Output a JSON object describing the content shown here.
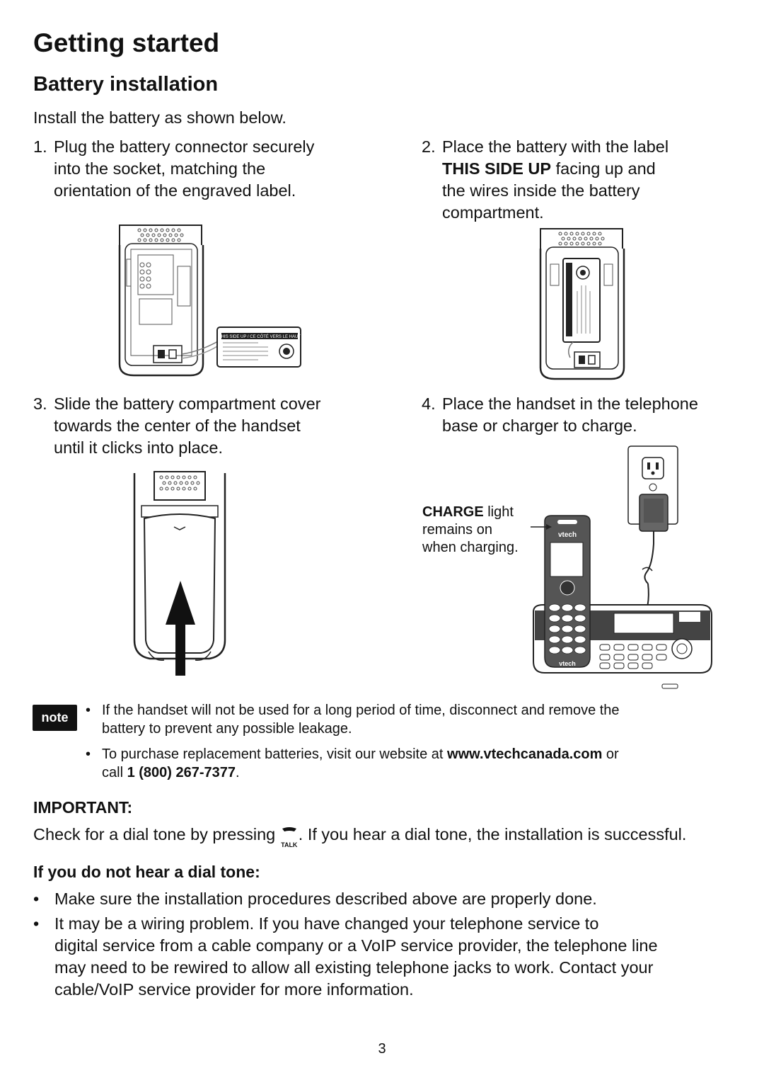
{
  "page": {
    "title": "Getting started",
    "subtitle": "Battery installation",
    "intro": "Install the battery as shown below.",
    "page_number": "3"
  },
  "steps": [
    {
      "num": "1.",
      "lines": [
        "Plug the battery connector securely",
        "into the socket, matching the",
        "orientation of the engraved label."
      ]
    },
    {
      "num": "2.",
      "line1": "Place the battery with the label",
      "bold": "THIS SIDE UP",
      "line2_rest": " facing up and",
      "line3": "the wires inside the battery",
      "line4": "compartment."
    },
    {
      "num": "3.",
      "lines": [
        "Slide the battery compartment cover",
        "towards the center of the handset",
        "until it clicks into place."
      ]
    },
    {
      "num": "4.",
      "lines": [
        "Place the handset in the telephone",
        "base or charger to charge."
      ]
    }
  ],
  "figures": {
    "battery_label_line1": "THIS SIDE UP / CE CÔTÉ VERS LE HAUT",
    "charge_bold": "CHARGE",
    "charge_rest": " light",
    "charge_line2": "remains on",
    "charge_line3": "when charging.",
    "brand": "vtech"
  },
  "note": {
    "badge": "note",
    "bullet1_line1": "If the handset will not be used for a long period of time, disconnect and remove the",
    "bullet1_line2": "battery to prevent any possible leakage.",
    "bullet2_pre": "To purchase replacement batteries, visit our website at ",
    "bullet2_url": "www.vtechcanada.com",
    "bullet2_post": " or",
    "bullet2_line2_pre": "call ",
    "bullet2_phone": "1 (800) 267-7377",
    "bullet2_line2_post": "."
  },
  "important": {
    "heading": "IMPORTANT:",
    "text_pre": "Check for a dial tone by pressing",
    "talk_key": "TALK",
    "text_post": ". If you hear a dial tone, the installation is successful."
  },
  "no_tone": {
    "heading": "If you do not hear a dial tone:",
    "bullet1": "Make sure the installation procedures described above are properly done.",
    "bullet2_lines": [
      "It may be a wiring problem. If you have changed your telephone service to",
      "digital service from a cable company or a VoIP service provider, the telephone line",
      "may need to be rewired to allow all existing telephone jacks to work. Contact your",
      "cable/VoIP service provider for more information."
    ]
  }
}
